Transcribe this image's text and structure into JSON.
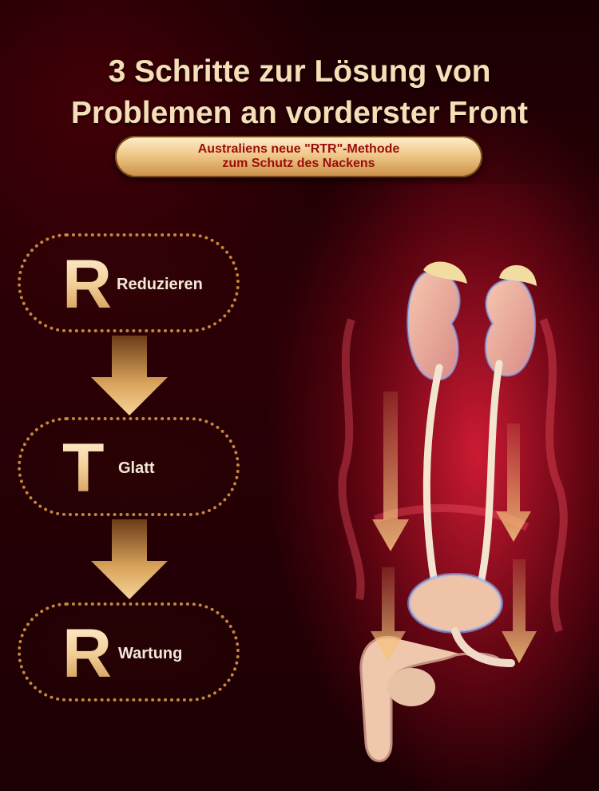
{
  "title": {
    "line1": "3 Schritte zur Lösung von",
    "line2": "Problemen an vorderster Front"
  },
  "subtitle": {
    "line1": "Australiens neue \"RTR\"-Methode",
    "line2": "zum Schutz des Nackens"
  },
  "steps": [
    {
      "letter": "R",
      "label": "Reduzieren"
    },
    {
      "letter": "T",
      "label": "Glatt"
    },
    {
      "letter": "R",
      "label": "Wartung"
    }
  ],
  "colors": {
    "accent_gold": "#f2cf96",
    "subtitle_text": "#9a0c0c",
    "background_red": "#be1428"
  },
  "icons": {
    "step_arrow": "arrow-down-icon",
    "illustration": "urinary-system-illustration"
  }
}
